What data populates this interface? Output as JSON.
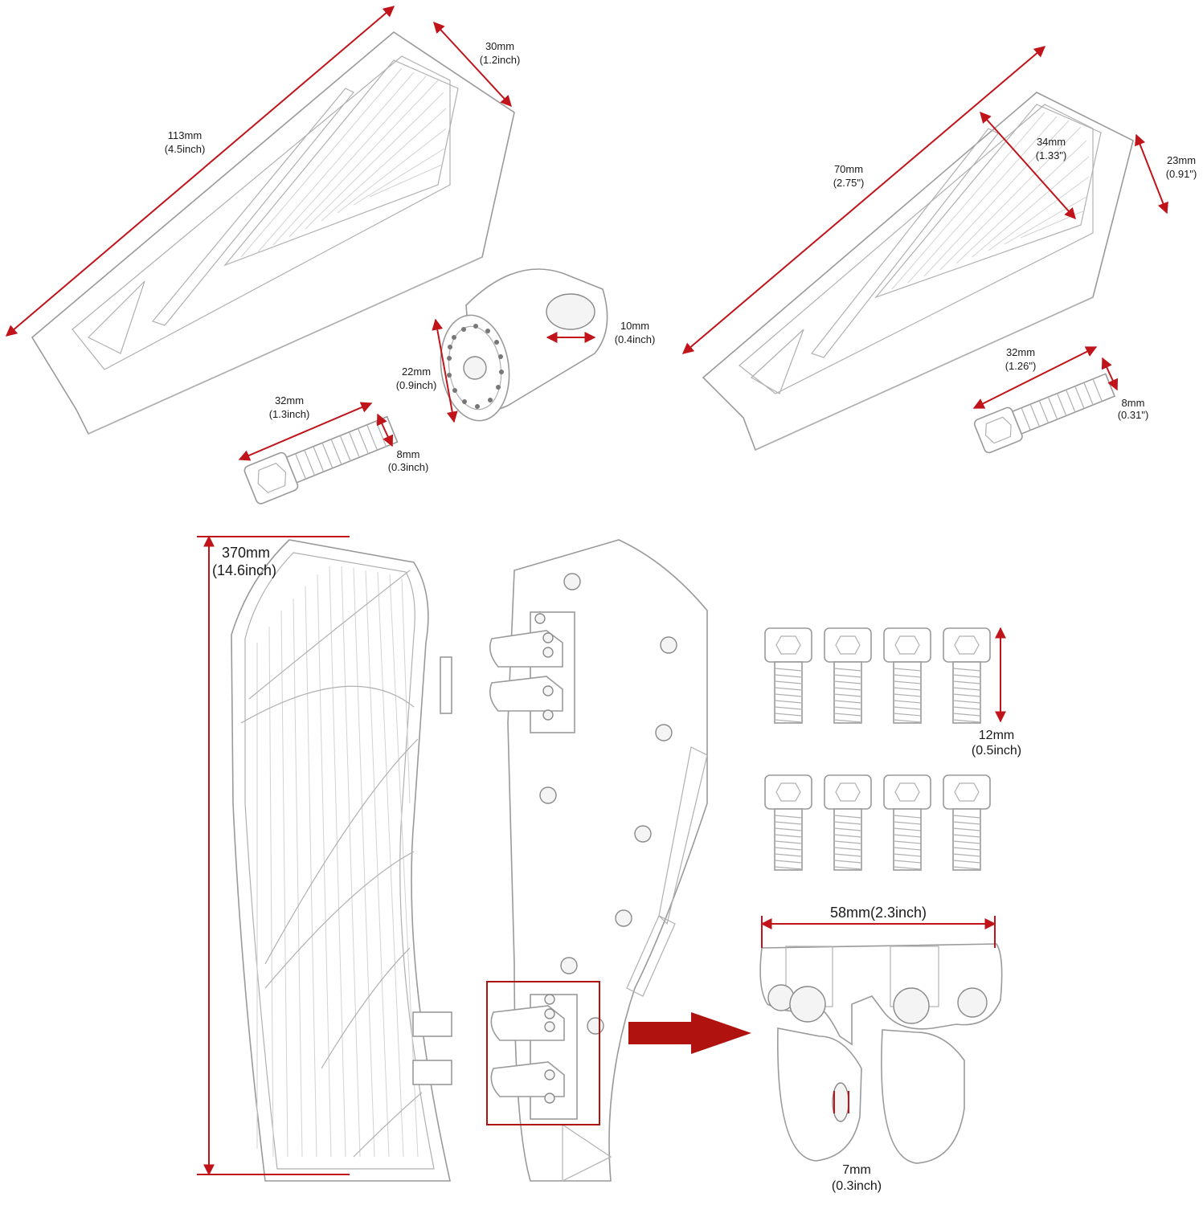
{
  "dimensions": {
    "peg_a_length": {
      "mm": "113mm",
      "inch": "(4.5inch)"
    },
    "peg_a_width": {
      "mm": "30mm",
      "inch": "(1.2inch)"
    },
    "adapter_hole": {
      "mm": "10mm",
      "inch": "(0.4inch)"
    },
    "adapter_diameter": {
      "mm": "22mm",
      "inch": "(0.9inch)"
    },
    "bolt_a_length": {
      "mm": "32mm",
      "inch": "(1.3inch)"
    },
    "bolt_a_diameter": {
      "mm": "8mm",
      "inch": "(0.3inch)"
    },
    "peg_b_length": {
      "mm": "70mm",
      "inch": "(2.75\")"
    },
    "peg_b_pad": {
      "mm": "34mm",
      "inch": "(1.33\")"
    },
    "peg_b_height": {
      "mm": "23mm",
      "inch": "(0.91\")"
    },
    "bolt_b_length": {
      "mm": "32mm",
      "inch": "(1.26\")"
    },
    "bolt_b_diameter": {
      "mm": "8mm",
      "inch": "(0.31\")"
    },
    "board_length": {
      "mm": "370mm",
      "inch": "(14.6inch)"
    },
    "screw_length": {
      "mm": "12mm",
      "inch": "(0.5inch)"
    },
    "clamp_width": {
      "mm": "58mm(2.3inch)"
    },
    "clamp_gap": {
      "mm": "7mm",
      "inch": "(0.3inch)"
    }
  },
  "colors": {
    "dimension_line": "#c0141a",
    "arrow": "#b0120f",
    "part_outline": "#9a9a9a"
  },
  "screw_count": 8
}
